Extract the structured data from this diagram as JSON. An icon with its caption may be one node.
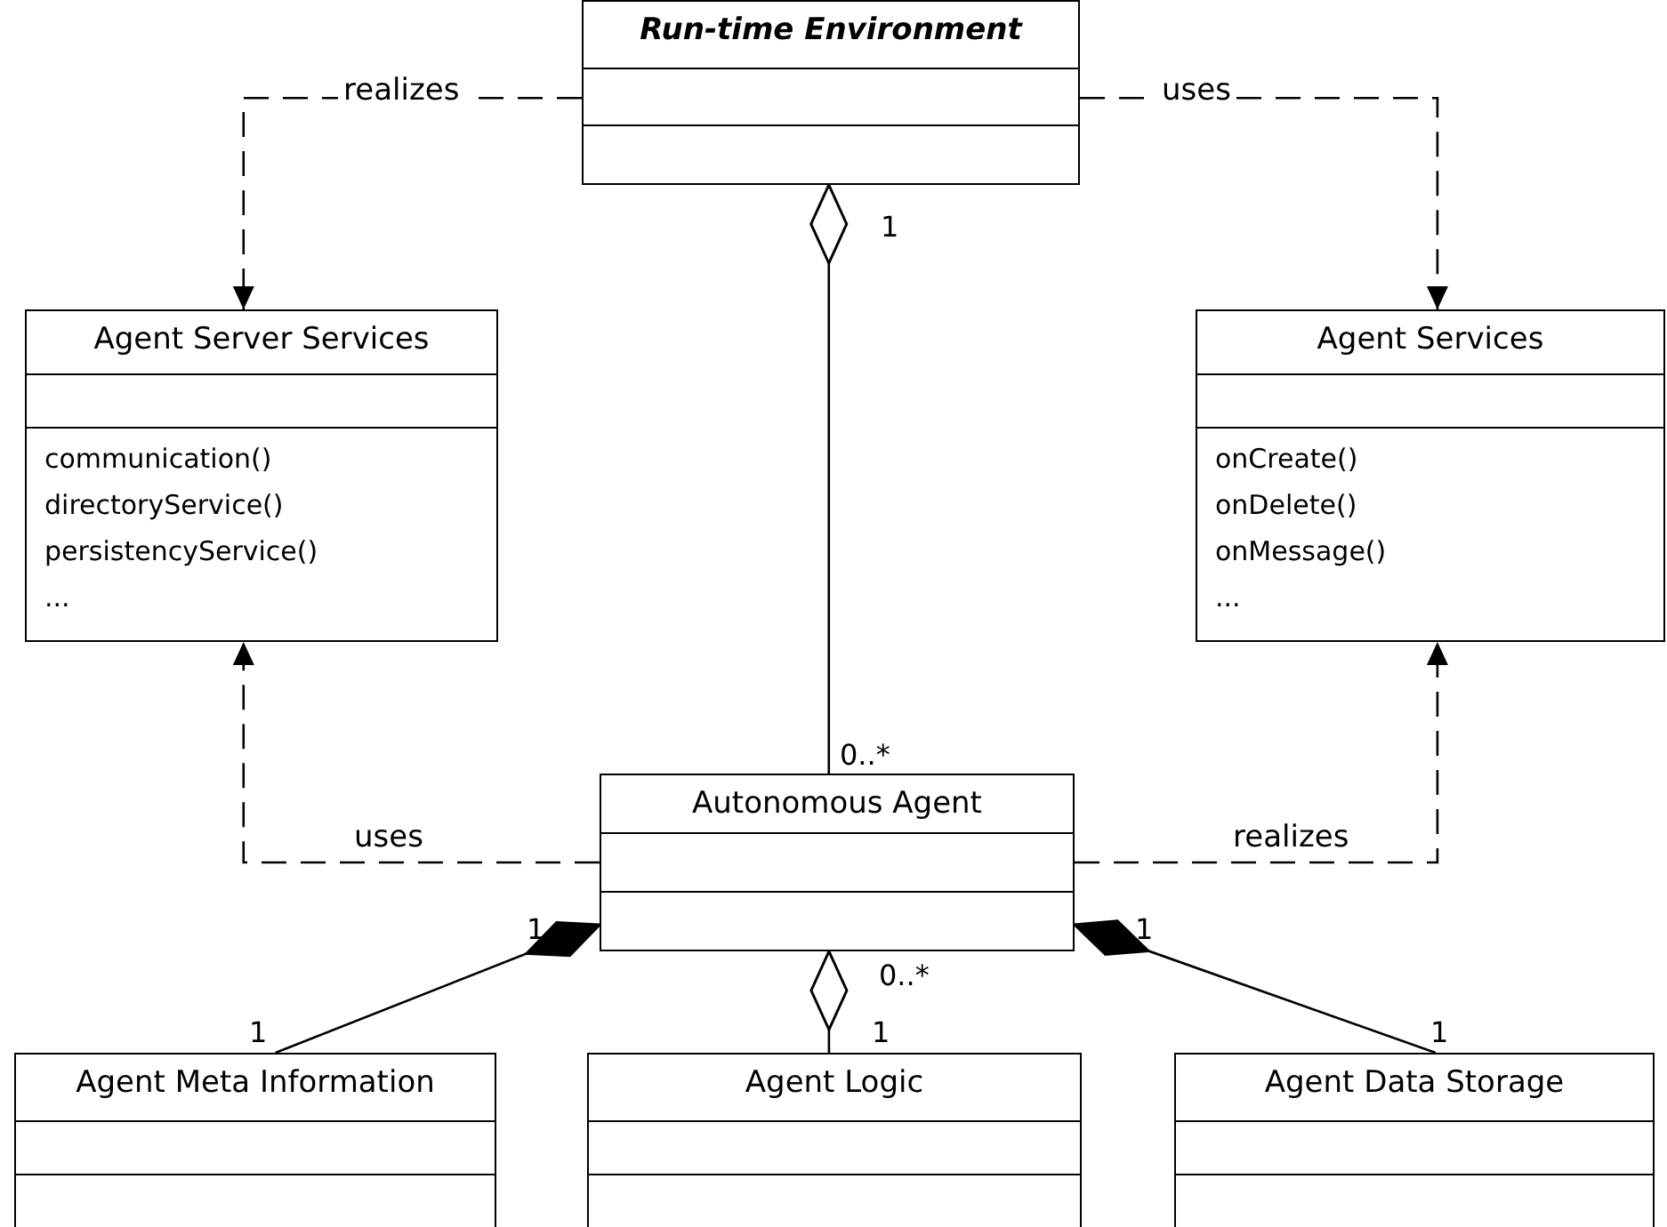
{
  "diagram": {
    "nodes": [
      {
        "text": [
          "Run-time Environment"
        ]
      },
      {
        "text": [
          "Agent Server Services",
          "communication()",
          "directoryService()",
          "persistencyService()",
          "..."
        ]
      },
      {
        "text": [
          "Agent Services",
          "onCreate()",
          "onDelete()",
          "onMessage()",
          "..."
        ]
      },
      {
        "text": [
          "Autonomous Agent"
        ]
      },
      {
        "text": [
          "Agent Meta Information"
        ]
      },
      {
        "text": [
          "Agent Logic"
        ]
      },
      {
        "text": [
          "Agent Data Storage"
        ]
      }
    ],
    "edges": [
      {
        "from": 0,
        "to": 1,
        "arrow": "to",
        "label": "realizes",
        "style": "dashed"
      },
      {
        "from": 0,
        "to": 2,
        "arrow": "to",
        "label": "uses",
        "style": "dashed"
      },
      {
        "from": 3,
        "to": 0,
        "arrow": "other"
      },
      {
        "from": 3,
        "to": 1,
        "arrow": "to",
        "label": "uses",
        "style": "dashed"
      },
      {
        "from": 3,
        "to": 2,
        "arrow": "to",
        "label": "realizes",
        "style": "dashed"
      },
      {
        "from": 4,
        "to": 3,
        "arrow": "other"
      },
      {
        "from": 5,
        "to": 3,
        "arrow": "other"
      },
      {
        "from": 6,
        "to": 3,
        "arrow": "other"
      }
    ],
    "labels": [
      "1",
      "0..*",
      "1",
      "0..*",
      "1",
      "1",
      "1",
      "1"
    ]
  }
}
